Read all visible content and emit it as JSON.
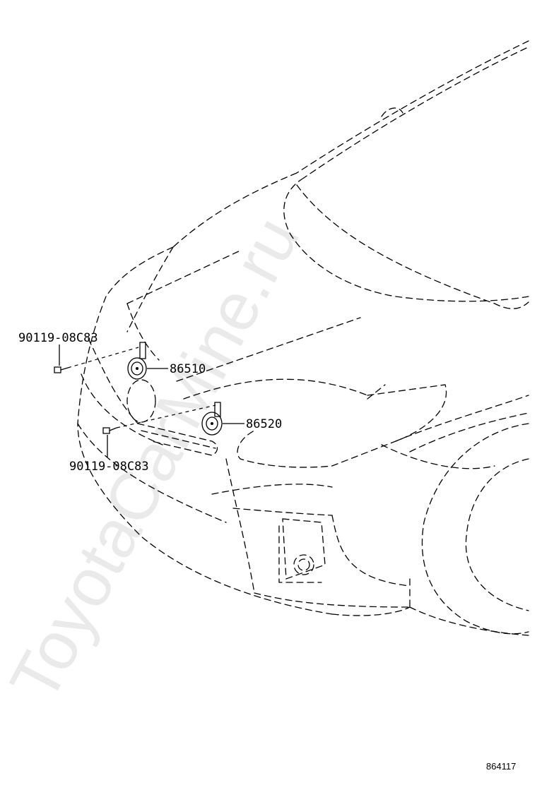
{
  "watermark": "ToyotaCarMine.ru",
  "parts": {
    "bolt_upper": "90119-08C83",
    "horn_high": "86510",
    "horn_low": "86520",
    "bolt_lower": "90119-08C83"
  },
  "diagram_id": "864117",
  "colors": {
    "line": "#000000",
    "background": "#ffffff",
    "watermark": "#d9d9d9"
  }
}
